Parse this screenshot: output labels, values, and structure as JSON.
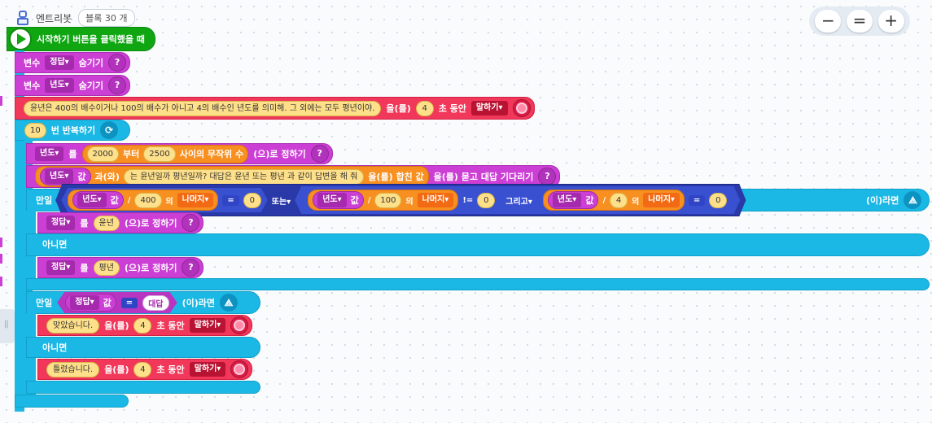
{
  "header": {
    "title": "엔트리봇",
    "block_count": "블록 30 개"
  },
  "zoom": {
    "out": "−",
    "reset": "=",
    "in": "+"
  },
  "event": {
    "label": "시작하기 버튼을 클릭했을 때"
  },
  "hide1": {
    "word": "변수",
    "var": "정답▾",
    "action": "숨기기",
    "help": "?"
  },
  "hide2": {
    "word": "변수",
    "var": "년도▾",
    "action": "숨기기",
    "help": "?"
  },
  "say1": {
    "text": "윤년은 400의 배수이거나 100의 배수가 아니고 4의 배수인 년도를 의미해. 그 외에는 모두 평년이야.",
    "eul": "을(를)",
    "secs": "4",
    "cho": "초 동안",
    "mode": "말하기▾"
  },
  "repeat": {
    "count": "10",
    "label": "번 반복하기"
  },
  "setrand": {
    "var": "년도▾",
    "reul": "를",
    "from": "2000",
    "buteo": "부터",
    "to": "2500",
    "range": "사이의 무작위 수",
    "set": "(으)로 정하기",
    "help": "?"
  },
  "ask": {
    "var": "년도▾",
    "val": "값",
    "gwa": "과(와)",
    "text": "는 윤년일까 평년일까? 대답은 윤년 또는 평년 과 같이 답변을 해 줘",
    "join": "을(를) 합친 값",
    "label": "을(를) 묻고 대답 기다리기",
    "help": "?"
  },
  "if1": {
    "manil": "만일",
    "c1": {
      "var": "년도▾",
      "val": "값",
      "div": "/",
      "num": "400",
      "ui": "의",
      "mod": "나머지▾",
      "eq": "=",
      "rhs": "0"
    },
    "or": "또는▾",
    "c2": {
      "var": "년도▾",
      "val": "값",
      "div": "/",
      "num": "100",
      "ui": "의",
      "mod": "나머지▾",
      "neq": "!=",
      "rhs": "0"
    },
    "and": "그리고▾",
    "c3": {
      "var": "년도▾",
      "val": "값",
      "div": "/",
      "num": "4",
      "ui": "의",
      "mod": "나머지▾",
      "eq": "=",
      "rhs": "0"
    },
    "then": "(이)라면"
  },
  "set1": {
    "var": "정답▾",
    "reul": "를",
    "val": "윤년",
    "set": "(으)로 정하기",
    "help": "?"
  },
  "else1": "아니면",
  "set2": {
    "var": "정답▾",
    "reul": "를",
    "val": "평년",
    "set": "(으)로 정하기",
    "help": "?"
  },
  "if2": {
    "manil": "만일",
    "var": "정답▾",
    "val": "값",
    "eq": "=",
    "ans": "대답",
    "then": "(이)라면"
  },
  "say2": {
    "text": "맞았습니다.",
    "eul": "을(를)",
    "secs": "4",
    "cho": "초 동안",
    "mode": "말하기▾"
  },
  "else2": "아니면",
  "say3": {
    "text": "틀렸습니다.",
    "eul": "을(를)",
    "secs": "4",
    "cho": "초 동안",
    "mode": "말하기▾"
  }
}
